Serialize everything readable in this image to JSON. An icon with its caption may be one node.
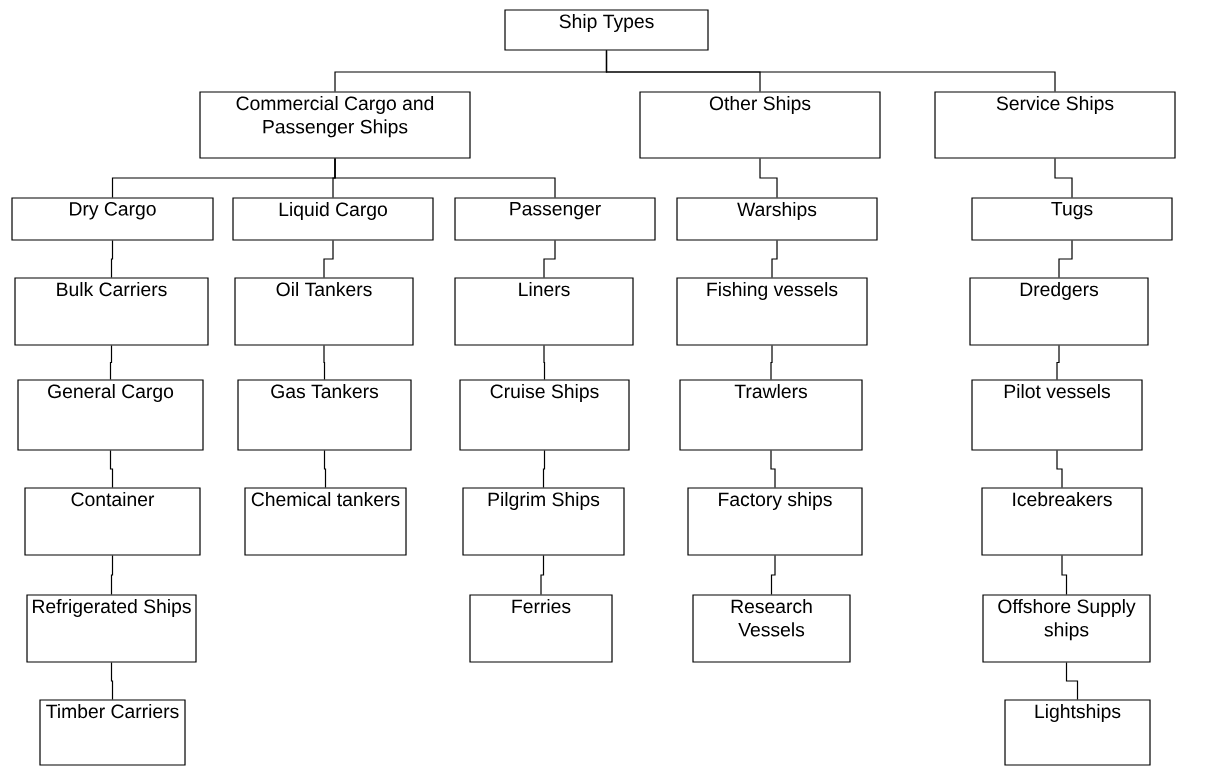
{
  "diagram": {
    "nodes": [
      {
        "text": [
          "Ship Types"
        ]
      },
      {
        "text": [
          "Commercial Cargo and Passenger Ships"
        ]
      },
      {
        "text": [
          "Other Ships"
        ]
      },
      {
        "text": [
          "Service Ships"
        ]
      },
      {
        "text": [
          "Dry Cargo"
        ]
      },
      {
        "text": [
          "Liquid Cargo"
        ]
      },
      {
        "text": [
          "Passenger"
        ]
      },
      {
        "text": [
          "Warships"
        ]
      },
      {
        "text": [
          "Tugs"
        ]
      },
      {
        "text": [
          "Bulk Carriers"
        ]
      },
      {
        "text": [
          "General Cargo"
        ]
      },
      {
        "text": [
          "Container"
        ]
      },
      {
        "text": [
          "Refrigerated Ships"
        ]
      },
      {
        "text": [
          "Timber Carriers"
        ]
      },
      {
        "text": [
          "Oil Tankers"
        ]
      },
      {
        "text": [
          "Gas Tankers"
        ]
      },
      {
        "text": [
          "Chemical tankers"
        ]
      },
      {
        "text": [
          "Liners"
        ]
      },
      {
        "text": [
          "Cruise Ships"
        ]
      },
      {
        "text": [
          "Pilgrim Ships"
        ]
      },
      {
        "text": [
          "Ferries"
        ]
      },
      {
        "text": [
          "Fishing vessels"
        ]
      },
      {
        "text": [
          "Trawlers"
        ]
      },
      {
        "text": [
          "Factory ships"
        ]
      },
      {
        "text": [
          "Research Vessels"
        ]
      },
      {
        "text": [
          "Dredgers"
        ]
      },
      {
        "text": [
          "Pilot vessels"
        ]
      },
      {
        "text": [
          "Icebreakers"
        ]
      },
      {
        "text": [
          "Offshore Supply ships"
        ]
      },
      {
        "text": [
          "Lightships"
        ]
      }
    ],
    "edges": [
      {
        "from": 0,
        "to": 1,
        "arrow": "none"
      },
      {
        "from": 0,
        "to": 2,
        "arrow": "none"
      },
      {
        "from": 0,
        "to": 3,
        "arrow": "none"
      },
      {
        "from": 1,
        "to": 4,
        "arrow": "none"
      },
      {
        "from": 1,
        "to": 5,
        "arrow": "none"
      },
      {
        "from": 1,
        "to": 6,
        "arrow": "none"
      },
      {
        "from": 2,
        "to": 7,
        "arrow": "none"
      },
      {
        "from": 3,
        "to": 8,
        "arrow": "none"
      },
      {
        "from": 4,
        "to": 9,
        "arrow": "none"
      },
      {
        "from": 9,
        "to": 10,
        "arrow": "none"
      },
      {
        "from": 10,
        "to": 11,
        "arrow": "none"
      },
      {
        "from": 11,
        "to": 12,
        "arrow": "none"
      },
      {
        "from": 12,
        "to": 13,
        "arrow": "none"
      },
      {
        "from": 5,
        "to": 14,
        "arrow": "none"
      },
      {
        "from": 14,
        "to": 15,
        "arrow": "none"
      },
      {
        "from": 15,
        "to": 16,
        "arrow": "none"
      },
      {
        "from": 6,
        "to": 17,
        "arrow": "none"
      },
      {
        "from": 17,
        "to": 18,
        "arrow": "none"
      },
      {
        "from": 18,
        "to": 19,
        "arrow": "none"
      },
      {
        "from": 19,
        "to": 20,
        "arrow": "none"
      },
      {
        "from": 7,
        "to": 21,
        "arrow": "none"
      },
      {
        "from": 21,
        "to": 22,
        "arrow": "none"
      },
      {
        "from": 22,
        "to": 23,
        "arrow": "none"
      },
      {
        "from": 23,
        "to": 24,
        "arrow": "none"
      },
      {
        "from": 8,
        "to": 25,
        "arrow": "none"
      },
      {
        "from": 25,
        "to": 26,
        "arrow": "none"
      },
      {
        "from": 26,
        "to": 27,
        "arrow": "none"
      },
      {
        "from": 27,
        "to": 28,
        "arrow": "none"
      },
      {
        "from": 28,
        "to": 29,
        "arrow": "none"
      }
    ]
  }
}
